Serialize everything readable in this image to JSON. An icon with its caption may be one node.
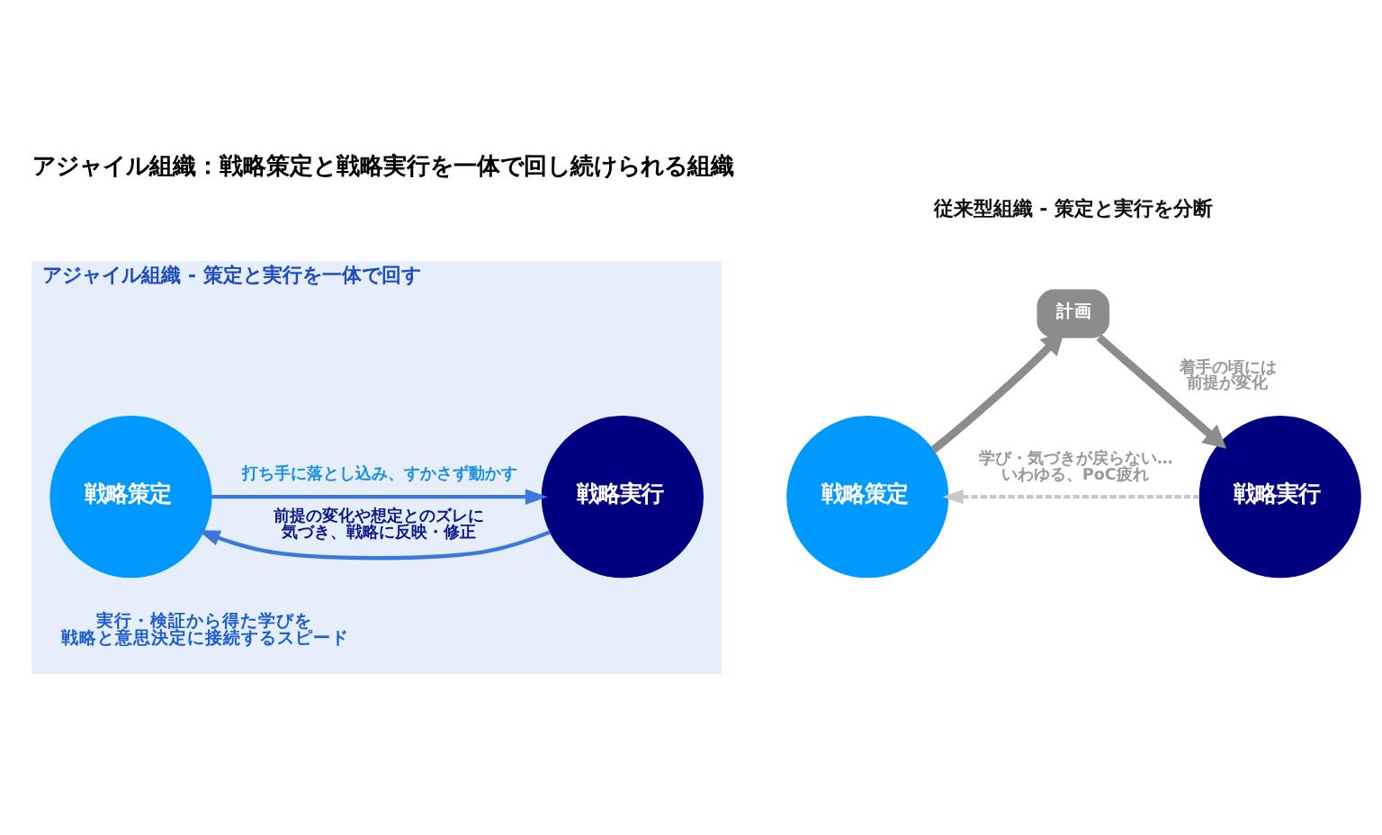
{
  "diagram": {
    "title": "アジャイル組織：戦略策定と戦略実行を一体で回し続けられる組織",
    "nodes": [
      {
        "text": [
          "アジャイル組織 - 策定と実行を一体で回す"
        ]
      },
      {
        "text": [
          "戦略策定"
        ],
        "in": 0
      },
      {
        "text": [
          "戦略実行"
        ],
        "in": 0
      },
      {
        "text": [
          "戦略策定"
        ]
      },
      {
        "text": [
          "計画"
        ]
      },
      {
        "text": [
          "戦略実行"
        ]
      }
    ],
    "edges": [
      {
        "from": 1,
        "to": 2,
        "arrow": "to",
        "label": "打ち手に落とし込み、すかさず動かす",
        "color": "#3c78dc"
      },
      {
        "from": 2,
        "to": 1,
        "arrow": "to",
        "label": "前提の変化や想定とのズレに気づき、戦略に反映・修正",
        "color": "#3c78dc"
      },
      {
        "from": 3,
        "to": 4,
        "arrow": "to",
        "style": "thick"
      },
      {
        "from": 4,
        "to": 5,
        "arrow": "to",
        "style": "thick",
        "label": "着手の頃には前提が変化"
      },
      {
        "from": 5,
        "to": 3,
        "arrow": "to",
        "style": "dashed",
        "color": "#c8c8c8",
        "label": "学び・気づきが戻らない…いわゆる、PoC疲れ"
      }
    ],
    "labels": [
      "実行・検証から得た学びを戦略と意思決定に接続するスピード",
      "従来型組織 - 策定と実行を分断"
    ]
  }
}
